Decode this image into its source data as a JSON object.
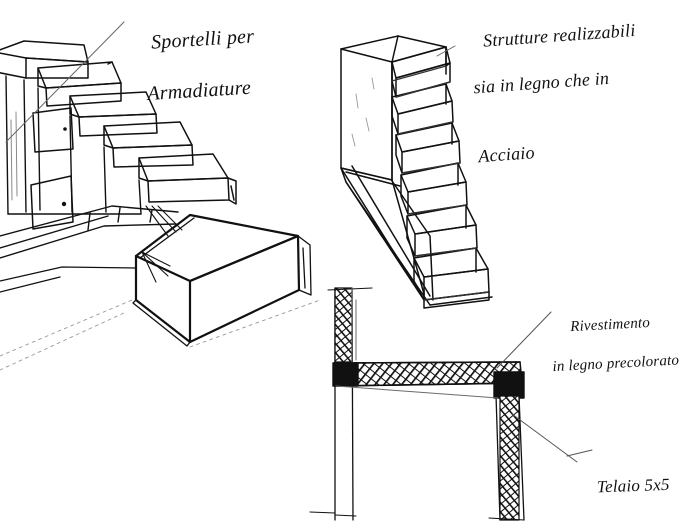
{
  "sheet": {
    "medium": "hand-drawn pen sketch on white paper",
    "background_color": "#ffffff",
    "ink_color": "#111111",
    "faint_ink_color": "#777777"
  },
  "annotations": [
    {
      "id": "sportelli",
      "name": "annotation-sportelli-armadiature",
      "line1": "Sportelli per",
      "line2": "Armadiature",
      "points_to": "cabinet doors under the stair"
    },
    {
      "id": "strutture",
      "name": "annotation-strutture-realizzabili",
      "line1": "Strutture realizzabili",
      "line2": "sia in legno che in",
      "line3": "Acciaio",
      "points_to": "skeleton stair structure"
    },
    {
      "id": "rivestimento",
      "name": "annotation-rivestimento-legno",
      "line1": "Rivestimento",
      "line2": "in legno precolorato",
      "points_to": "beam cladding in joint detail"
    },
    {
      "id": "telaio",
      "name": "annotation-telaio-5x5",
      "line1": "Telaio 5x5",
      "points_to": "column frame in joint detail"
    }
  ],
  "drawings": [
    {
      "id": "perspective-stair-bed",
      "name": "sketch-stair-over-bed",
      "caption": "Perspective of staircase with storage cabinet doors above a bed platform"
    },
    {
      "id": "stair-structure",
      "name": "sketch-stair-structure",
      "caption": "Axonometric wireframe of the stair structure with open box treads"
    },
    {
      "id": "joint-detail",
      "name": "sketch-beam-column-joint-detail",
      "caption": "Section detail of hatched beam and columns with solid joints"
    }
  ]
}
